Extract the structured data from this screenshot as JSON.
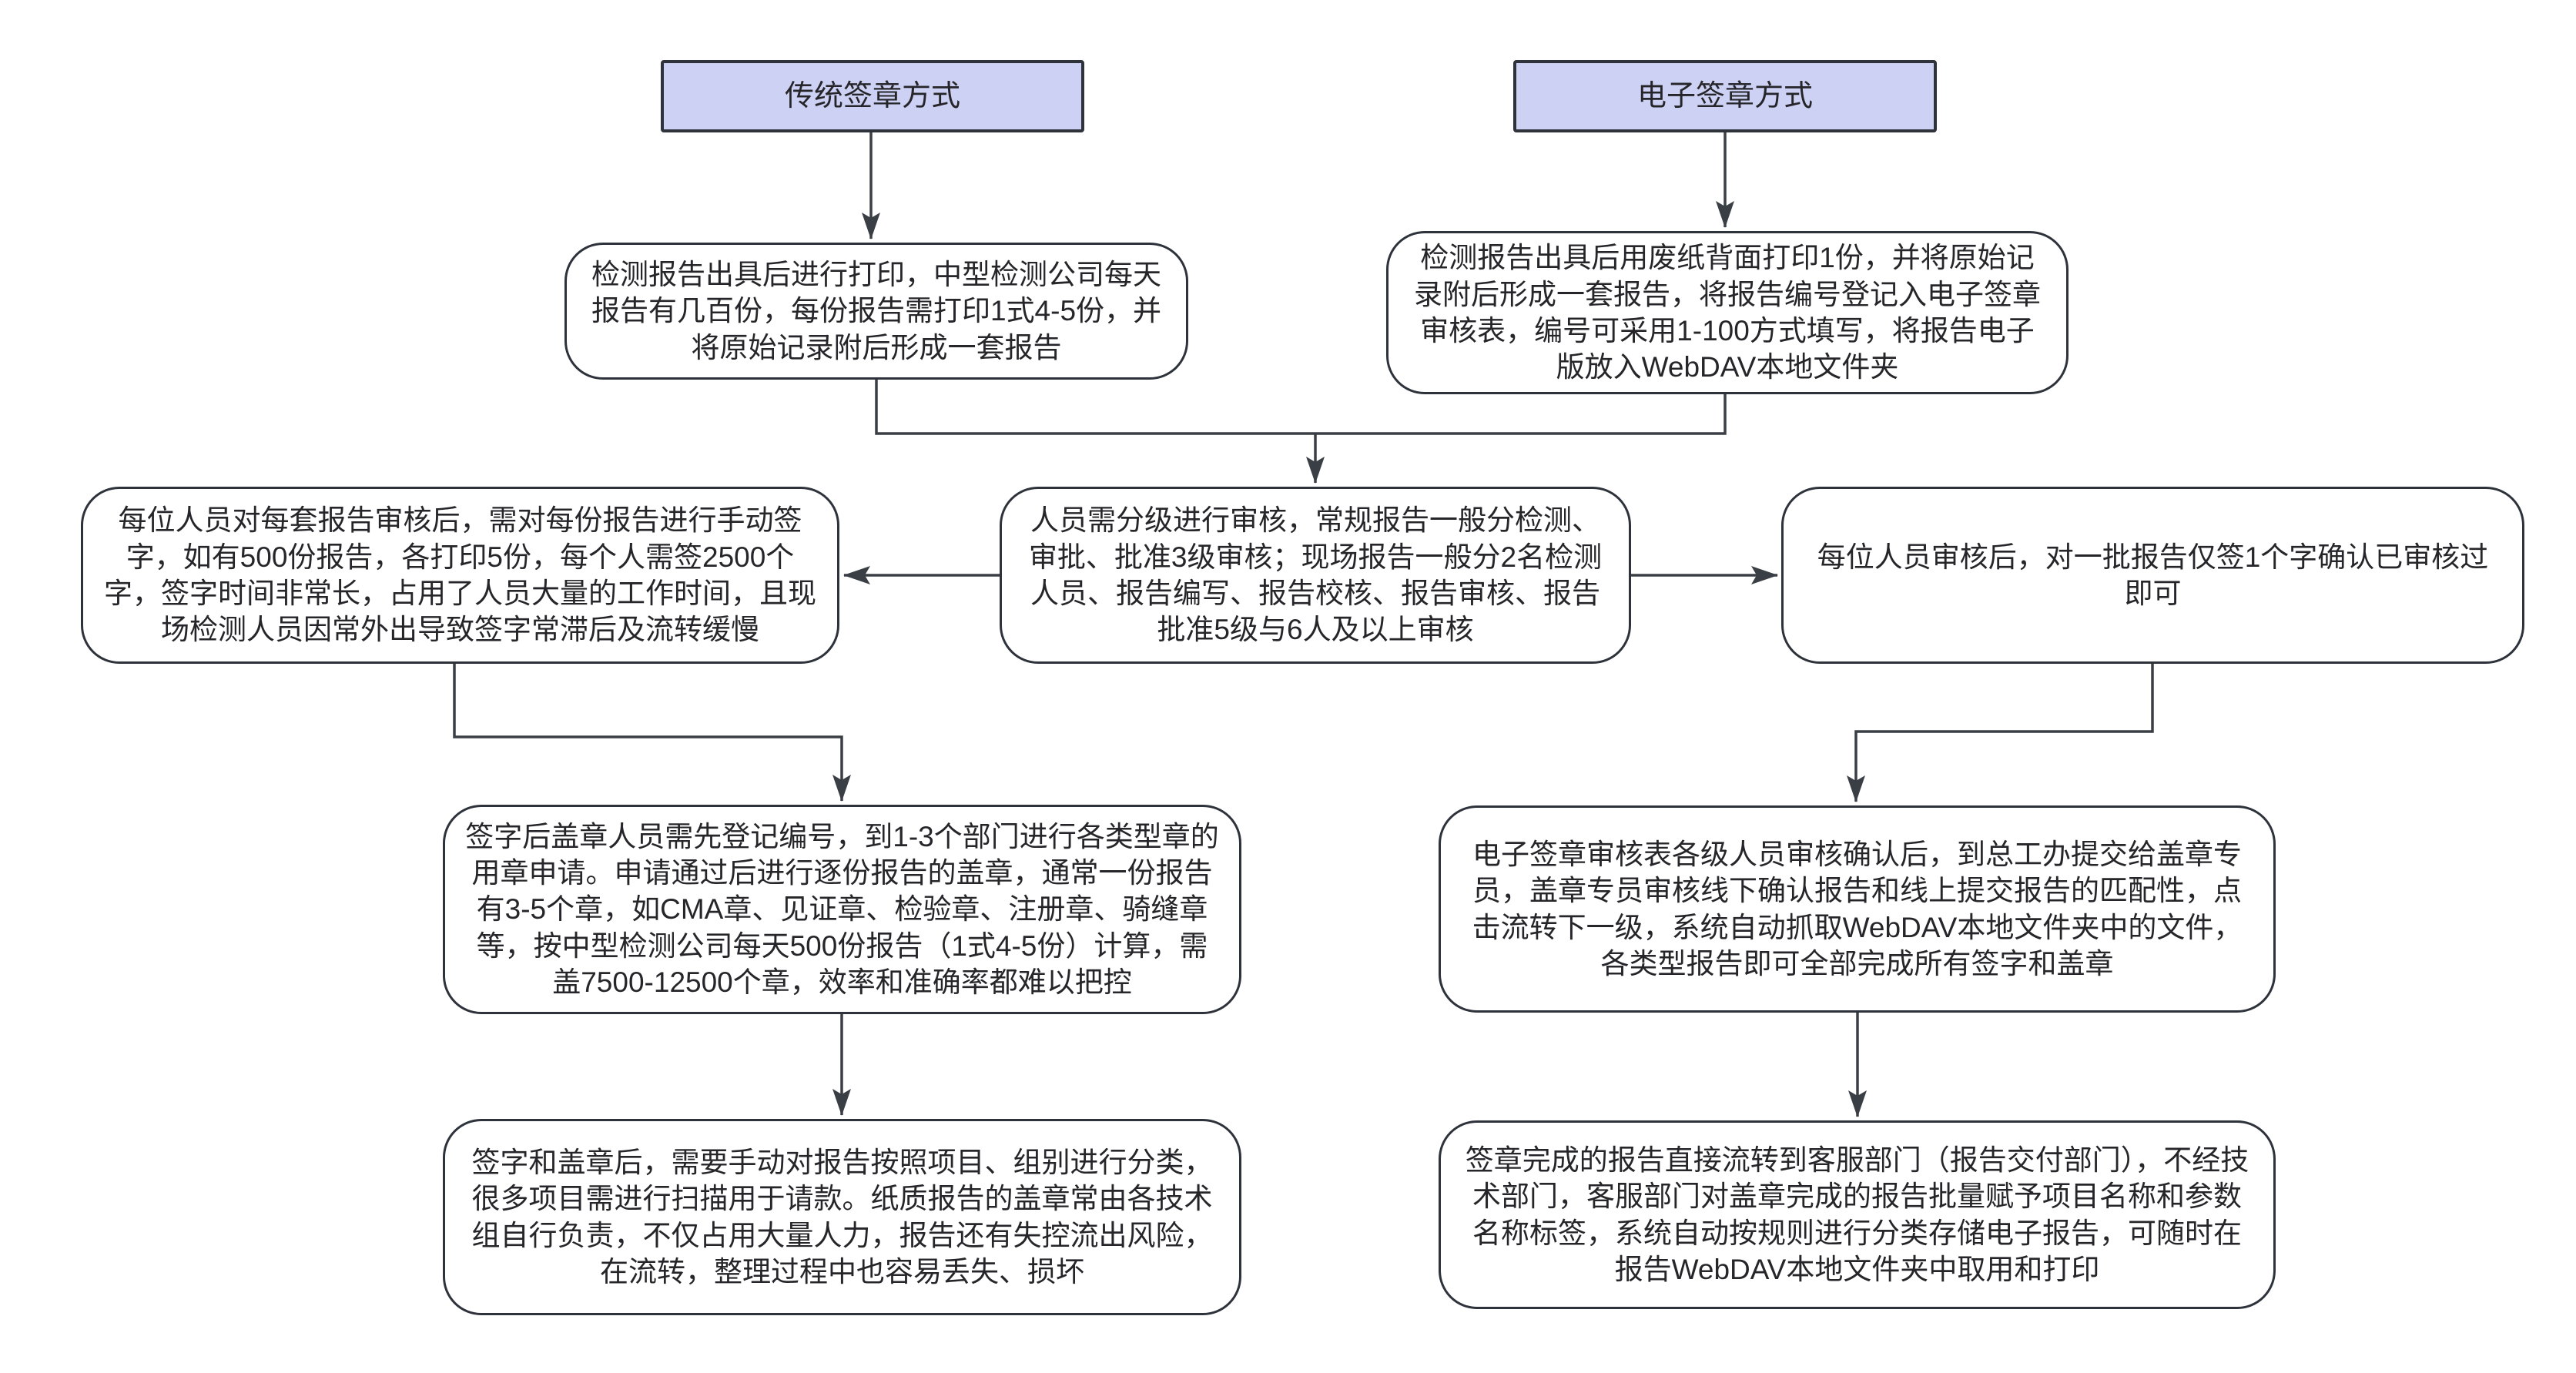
{
  "diagram": {
    "background_color": "#ffffff",
    "node_fill_color": "#ffffff",
    "node_border_color": "#2e323b",
    "header_fill_color": "#cdd1f4",
    "connector_color": "#3a3e45",
    "text_color": "#26262a"
  },
  "nodes": {
    "traditional_header": {
      "text": "传统签章方式"
    },
    "electronic_header": {
      "text": "电子签章方式"
    },
    "traditional_print": {
      "text": "检测报告出具后进行打印，中型检测公司每天报告有几百份，每份报告需打印1式4-5份，并将原始记录附后形成一套报告"
    },
    "electronic_print": {
      "text": "检测报告出具后用废纸背面打印1份，并将原始记录附后形成一套报告，将报告编号登记入电子签章审核表，编号可采用1-100方式填写，将报告电子版放入WebDAV本地文件夹"
    },
    "review_levels": {
      "text": "人员需分级进行审核，常规报告一般分检测、审批、批准3级审核；现场报告一般分2名检测人员、报告编写、报告校核、报告审核、报告批准5级与6人及以上审核"
    },
    "traditional_sign": {
      "text": "每位人员对每套报告审核后，需对每份报告进行手动签字，如有500份报告，各打印5份，每个人需签2500个字，签字时间非常长，占用了人员大量的工作时间，且现场检测人员因常外出导致签字常滞后及流转缓慢"
    },
    "electronic_sign": {
      "text": "每位人员审核后，对一批报告仅签1个字确认已审核过即可"
    },
    "traditional_stamp": {
      "text": "签字后盖章人员需先登记编号，到1-3个部门进行各类型章的用章申请。申请通过后进行逐份报告的盖章，通常一份报告有3-5个章，如CMA章、见证章、检验章、注册章、骑缝章等，按中型检测公司每天500份报告（1式4-5份）计算，需盖7500-12500个章，效率和准确率都难以把控"
    },
    "electronic_stamp": {
      "text": "电子签章审核表各级人员审核确认后，到总工办提交给盖章专员，盖章专员审核线下确认报告和线上提交报告的匹配性，点击流转下一级，系统自动抓取WebDAV本地文件夹中的文件，各类型报告即可全部完成所有签字和盖章"
    },
    "traditional_archive": {
      "text": "签字和盖章后，需要手动对报告按照项目、组别进行分类，很多项目需进行扫描用于请款。纸质报告的盖章常由各技术组自行负责，不仅占用大量人力，报告还有失控流出风险，在流转，整理过程中也容易丢失、损坏"
    },
    "electronic_archive": {
      "text": "签章完成的报告直接流转到客服部门（报告交付部门），不经技术部门，客服部门对盖章完成的报告批量赋予项目名称和参数名称标签，系统自动按规则进行分类存储电子报告，可随时在报告WebDAV本地文件夹中取用和打印"
    }
  }
}
